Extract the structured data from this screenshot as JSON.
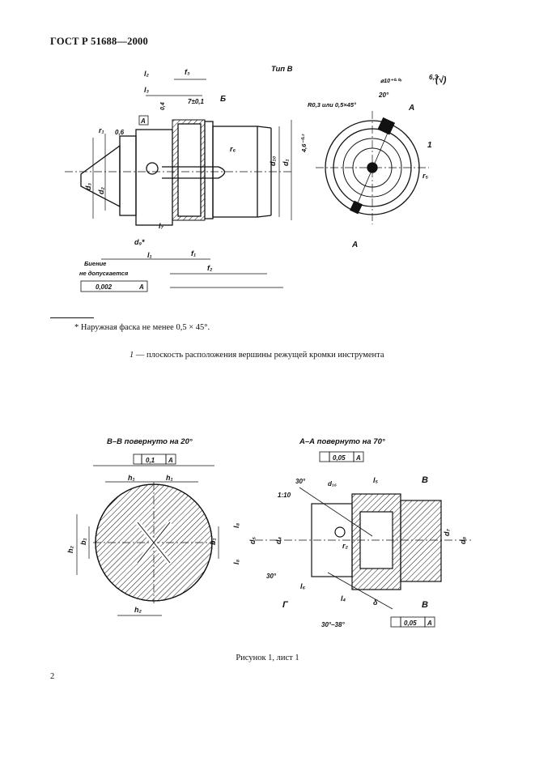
{
  "header": {
    "standard_code": "ГОСТ Р 51688—2000"
  },
  "figure_top": {
    "type_label": "Тип В",
    "dims_left": {
      "l2": "l₂",
      "l3": "l₃",
      "f3": "f₃",
      "tol_7": "7±0,1",
      "section_b": "Б",
      "r1": "r₁",
      "chamfer": "0,6",
      "datum_a": "A",
      "r6": "r₆",
      "d10": "d₁₀",
      "d1": "d₁",
      "d3": "d₃",
      "d2": "d₂",
      "l7": "l₇",
      "d9": "d₉*",
      "l1": "l₁",
      "f1": "f₁",
      "f2": "f₂",
      "runout_label_1": "Биение",
      "runout_label_2": "не допускается",
      "runout_value": "0,002",
      "runout_datum": "A",
      "ratio_04": "0,4"
    },
    "dims_right": {
      "finish": "6,3",
      "finish_mark": "(√)",
      "dia_tol": "⌀10⁺⁰·⁰⁹",
      "chamfer_note": "R0,3 или 0,5×45°",
      "angle_20": "20°",
      "section_a_top": "A",
      "section_a_bottom": "A",
      "dim_4": "4,6⁻⁰·²",
      "label_1": "1",
      "r5": "r₅"
    }
  },
  "footnote": "* Наружная фаска не менее 0,5 × 45°.",
  "legend_line": {
    "number": "1",
    "text": " — плоскость расположения вершины режущей кромки инструмента"
  },
  "figure_bottom_left": {
    "title": "В–В повернуто на 20°",
    "sym_tol": "0,1",
    "sym_datum": "A",
    "h1_left": "h₁",
    "h1_right": "h₁",
    "b1_left": "b₁",
    "b1_right": "b₁",
    "h2_side": "h₂",
    "h2_bottom": "h₂"
  },
  "figure_bottom_right": {
    "title": "А–А повернуто на 70°",
    "tol_top": "0,05",
    "tol_top_datum": "A",
    "l5": "l₅",
    "section_b_top": "B",
    "section_b_bottom": "B",
    "angle_30": "30°",
    "d16": "d₁₆",
    "taper": "1:10",
    "l8_top": "l₈",
    "l8_bottom": "l₈",
    "d5": "d₅",
    "d4": "d₄",
    "r2": "r₂",
    "d7": "d₇",
    "d8": "d₈",
    "angle_30b": "30°",
    "l6": "l₆",
    "l4": "l₄",
    "g_label": "Г",
    "delta": "δ",
    "angle_range": "30°–38°",
    "tol_bottom": "0,05",
    "tol_bottom_datum": "A"
  },
  "caption": "Рисунок 1, лист 1",
  "page_number": "2"
}
